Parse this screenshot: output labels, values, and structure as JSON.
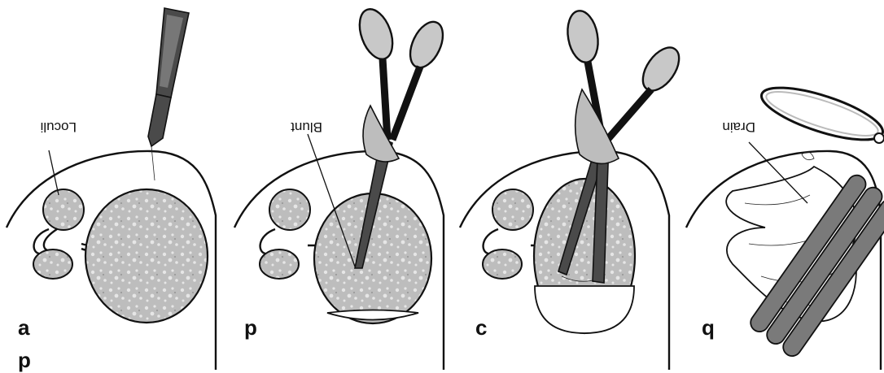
{
  "figure": {
    "bottom_label": "p",
    "panels": [
      {
        "letter": "a",
        "callout": "Loculi",
        "tool": "scalpel"
      },
      {
        "letter": "p",
        "callout": "Blunt",
        "tool": "hemostat-closed"
      },
      {
        "letter": "c",
        "callout": "",
        "tool": "hemostat-spread"
      },
      {
        "letter": "q",
        "callout": "Drain",
        "tool": "drain-with-safety-pin"
      }
    ]
  }
}
